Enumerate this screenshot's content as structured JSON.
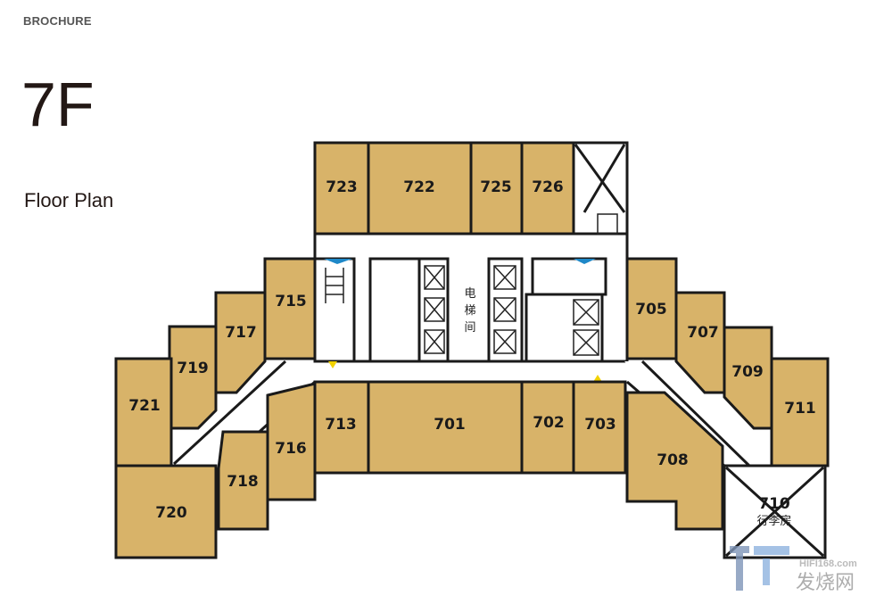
{
  "header": {
    "brochure": "BROCHURE",
    "floor": "7F",
    "subtitle": "Floor Plan"
  },
  "rooms": {
    "r701": "701",
    "r702": "702",
    "r703": "703",
    "r705": "705",
    "r707": "707",
    "r708": "708",
    "r709": "709",
    "r710": "710",
    "r711": "711",
    "r713": "713",
    "r715": "715",
    "r716": "716",
    "r717": "717",
    "r718": "718",
    "r719": "719",
    "r720": "720",
    "r721": "721",
    "r722": "722",
    "r723": "723",
    "r725": "725",
    "r726": "726"
  },
  "labels": {
    "elevator_hall": [
      "电",
      "梯",
      "间"
    ],
    "luggage_room": "行李房"
  },
  "watermark": {
    "site": "HIFI168.com",
    "name": "发烧网"
  },
  "colors": {
    "room_fill": "#D8B369",
    "door_marker": "#1E88C8",
    "exit_marker": "#F2D200"
  }
}
